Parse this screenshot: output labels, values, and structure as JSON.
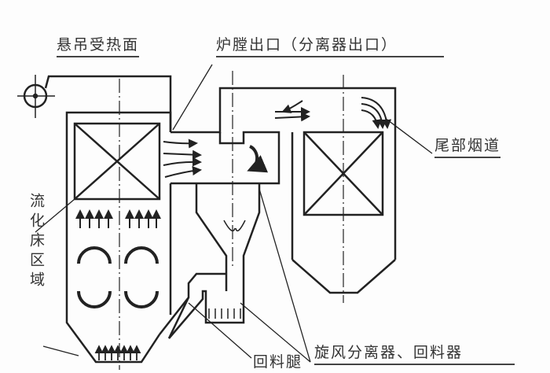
{
  "title": "循环流化床锅炉结构示意",
  "labels": {
    "suspended_heating_surface": "悬吊受热面",
    "furnace_outlet": "炉膛出口（分离器出口）",
    "tail_flue": "尾部烟道",
    "fluidized_bed_zone": "流化床区域",
    "cyclone_and_return": "旋风分离器、回料器",
    "return_leg": "回料腿"
  },
  "colors": {
    "line": "#222222",
    "text": "#333333"
  }
}
